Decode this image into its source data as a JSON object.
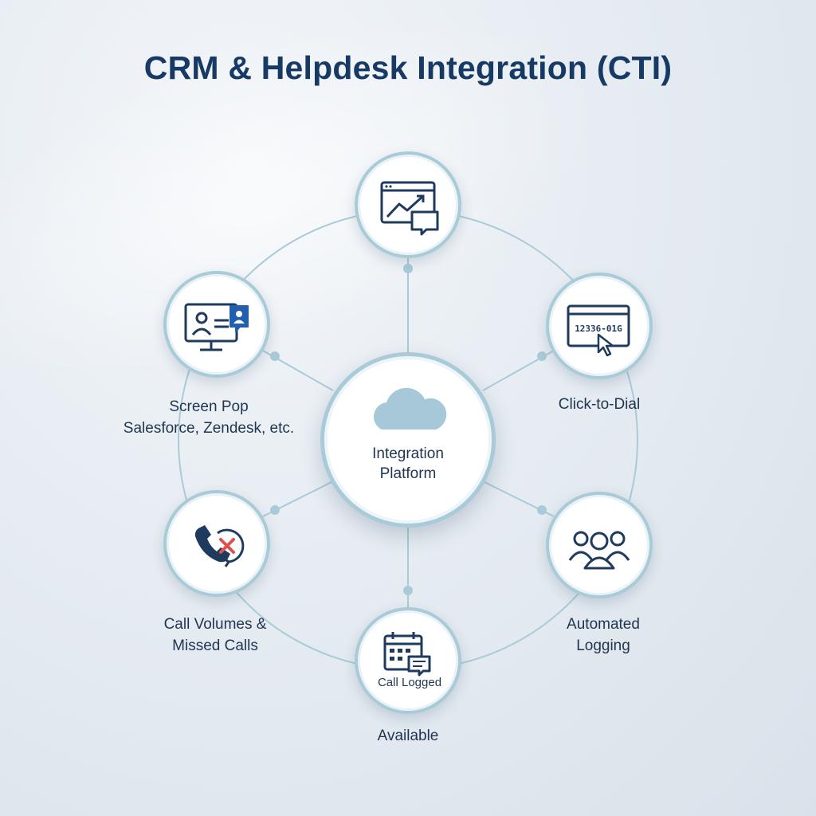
{
  "title": "CRM & Helpdesk Integration (CTI)",
  "center": {
    "line1": "Integration",
    "line2": "Platform",
    "icon": "cloud-icon"
  },
  "nodes": {
    "top": {
      "icon": "analytics-chat-icon"
    },
    "screen_pop": {
      "icon": "monitor-contact-icon",
      "label1": "Screen Pop",
      "label2": "Salesforce, Zendesk, etc."
    },
    "click_to_dial": {
      "icon": "dial-cursor-icon",
      "label": "Click-to-Dial",
      "screen_text": "12336-01G"
    },
    "missed_calls": {
      "icon": "missed-call-icon",
      "label1": "Call Volumes &",
      "label2": "Missed Calls"
    },
    "automated_logging": {
      "icon": "team-icon",
      "label1": "Automated",
      "label2": "Logging"
    },
    "call_logged": {
      "icon": "calendar-chat-icon",
      "inner_label": "Call Logged",
      "label": "Available"
    }
  },
  "colors": {
    "title": "#163a64",
    "icon_stroke": "#1e3a5f",
    "ring": "#a9cbd8",
    "cloud": "#a7c8d8",
    "accent_red": "#d9534f",
    "accent_blue": "#1f5fae"
  }
}
